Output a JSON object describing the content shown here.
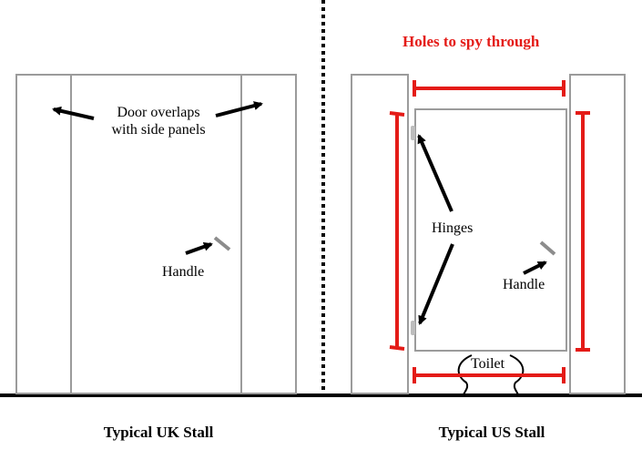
{
  "colors": {
    "panel_stroke": "#9b9b9b",
    "ground": "#000000",
    "red_marker": "#e41b17",
    "hinge": "#bdbdbd",
    "handle": "#8c8c8c",
    "arrow": "#000000"
  },
  "uk_stall": {
    "title": "Typical UK Stall",
    "overlap_label_line1": "Door overlaps",
    "overlap_label_line2": "with side panels",
    "handle_label": "Handle"
  },
  "us_stall": {
    "title": "Typical US Stall",
    "holes_label": "Holes to spy through",
    "hinges_label": "Hinges",
    "handle_label": "Handle",
    "toilet_label": "Toilet"
  }
}
